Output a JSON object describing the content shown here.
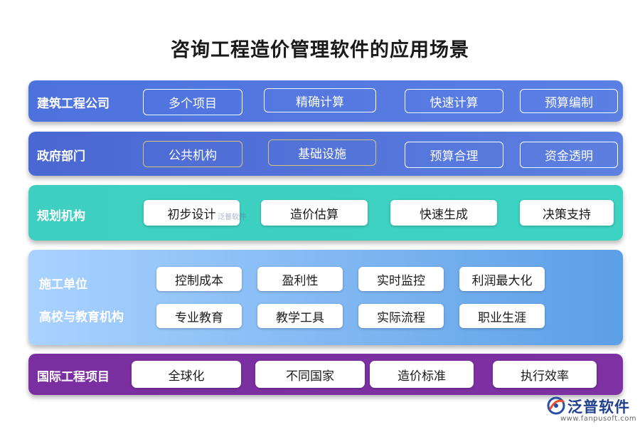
{
  "title": "咨询工程造价管理软件的应用场景",
  "rows": {
    "construction": {
      "label": "建筑工程公司",
      "chips": [
        "多个项目",
        "精确计算",
        "快速计算",
        "预算编制"
      ]
    },
    "government": {
      "label": "政府部门",
      "chips": [
        "公共机构",
        "基础设施",
        "预算合理",
        "资金透明"
      ]
    },
    "planning": {
      "label": "规划机构",
      "chips": [
        "初步设计",
        "造价估算",
        "快速生成",
        "决策支持"
      ]
    },
    "contractor": {
      "label": "施工单位",
      "chips": [
        "控制成本",
        "盈利性",
        "实时监控",
        "利润最大化"
      ]
    },
    "education": {
      "label": "高校与教育机构",
      "chips": [
        "专业教育",
        "教学工具",
        "实际流程",
        "职业生涯"
      ]
    },
    "international": {
      "label": "国际工程项目",
      "chips": [
        "全球化",
        "不同国家",
        "造价标准",
        "执行效率"
      ]
    }
  },
  "watermark": "泛普软件",
  "logo": {
    "name": "泛普软件",
    "url": "www.fanpusoft.com"
  },
  "colors": {
    "construction": "#5579e0",
    "government": "#5272d8",
    "planning": "#3ecfc0",
    "contractor_education": "#7fb6f0",
    "international": "#7a2fa0"
  }
}
